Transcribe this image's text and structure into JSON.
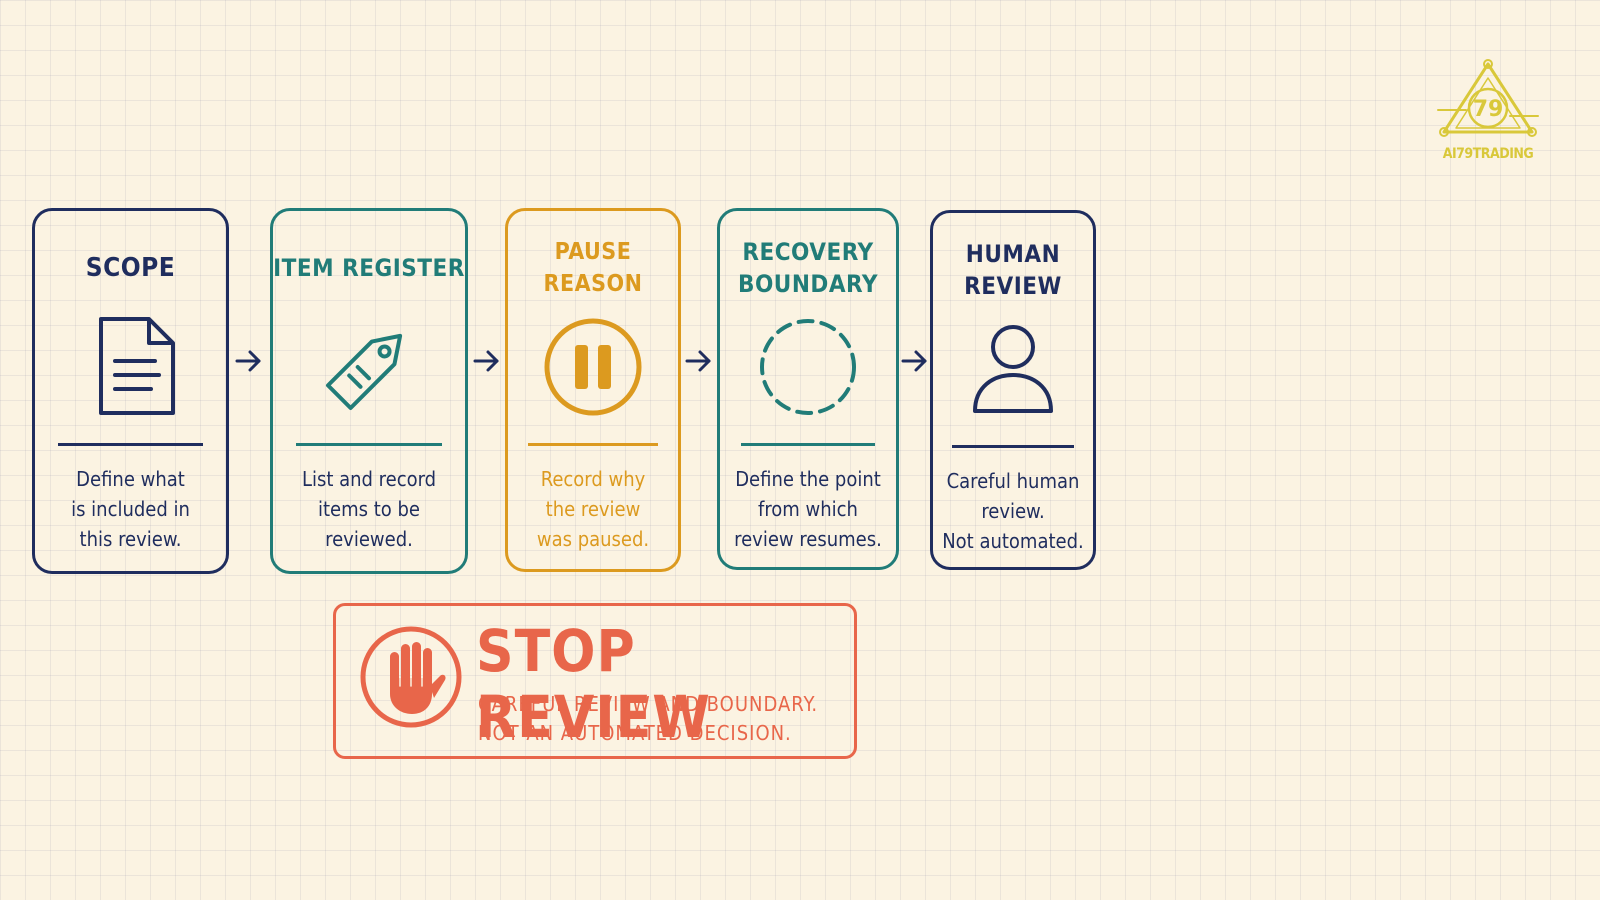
{
  "colors": {
    "navy": "#1f2d5e",
    "teal": "#217c78",
    "amber": "#dc9a1f",
    "red": "#e8664a",
    "logo_gold": "#d9c83a",
    "background": "#fbf3e2"
  },
  "steps": [
    {
      "title": "SCOPE",
      "icon": "document-icon",
      "description": "Define what\nis included in\nthis review."
    },
    {
      "title": "ITEM REGISTER",
      "icon": "tag-icon",
      "description": "List and record\nitems to be\nreviewed."
    },
    {
      "title": "PAUSE REASON",
      "icon": "pause-icon",
      "description": "Record why\nthe review\nwas paused."
    },
    {
      "title": "RECOVERY\nBOUNDARY",
      "icon": "dashed-circle-icon",
      "description": "Define the point\nfrom which\nreview resumes."
    },
    {
      "title": "HUMAN\nREVIEW",
      "icon": "person-icon",
      "description": "Careful human\nreview.\nNot automated."
    }
  ],
  "stop": {
    "title": "STOP REVIEW",
    "subtitle": "CAREFUL REVIEW AND BOUNDARY.\nNOT AN AUTOMATED DECISION.",
    "icon": "hand-stop-icon"
  },
  "logo": {
    "number": "79",
    "text": "AI79TRADING"
  }
}
